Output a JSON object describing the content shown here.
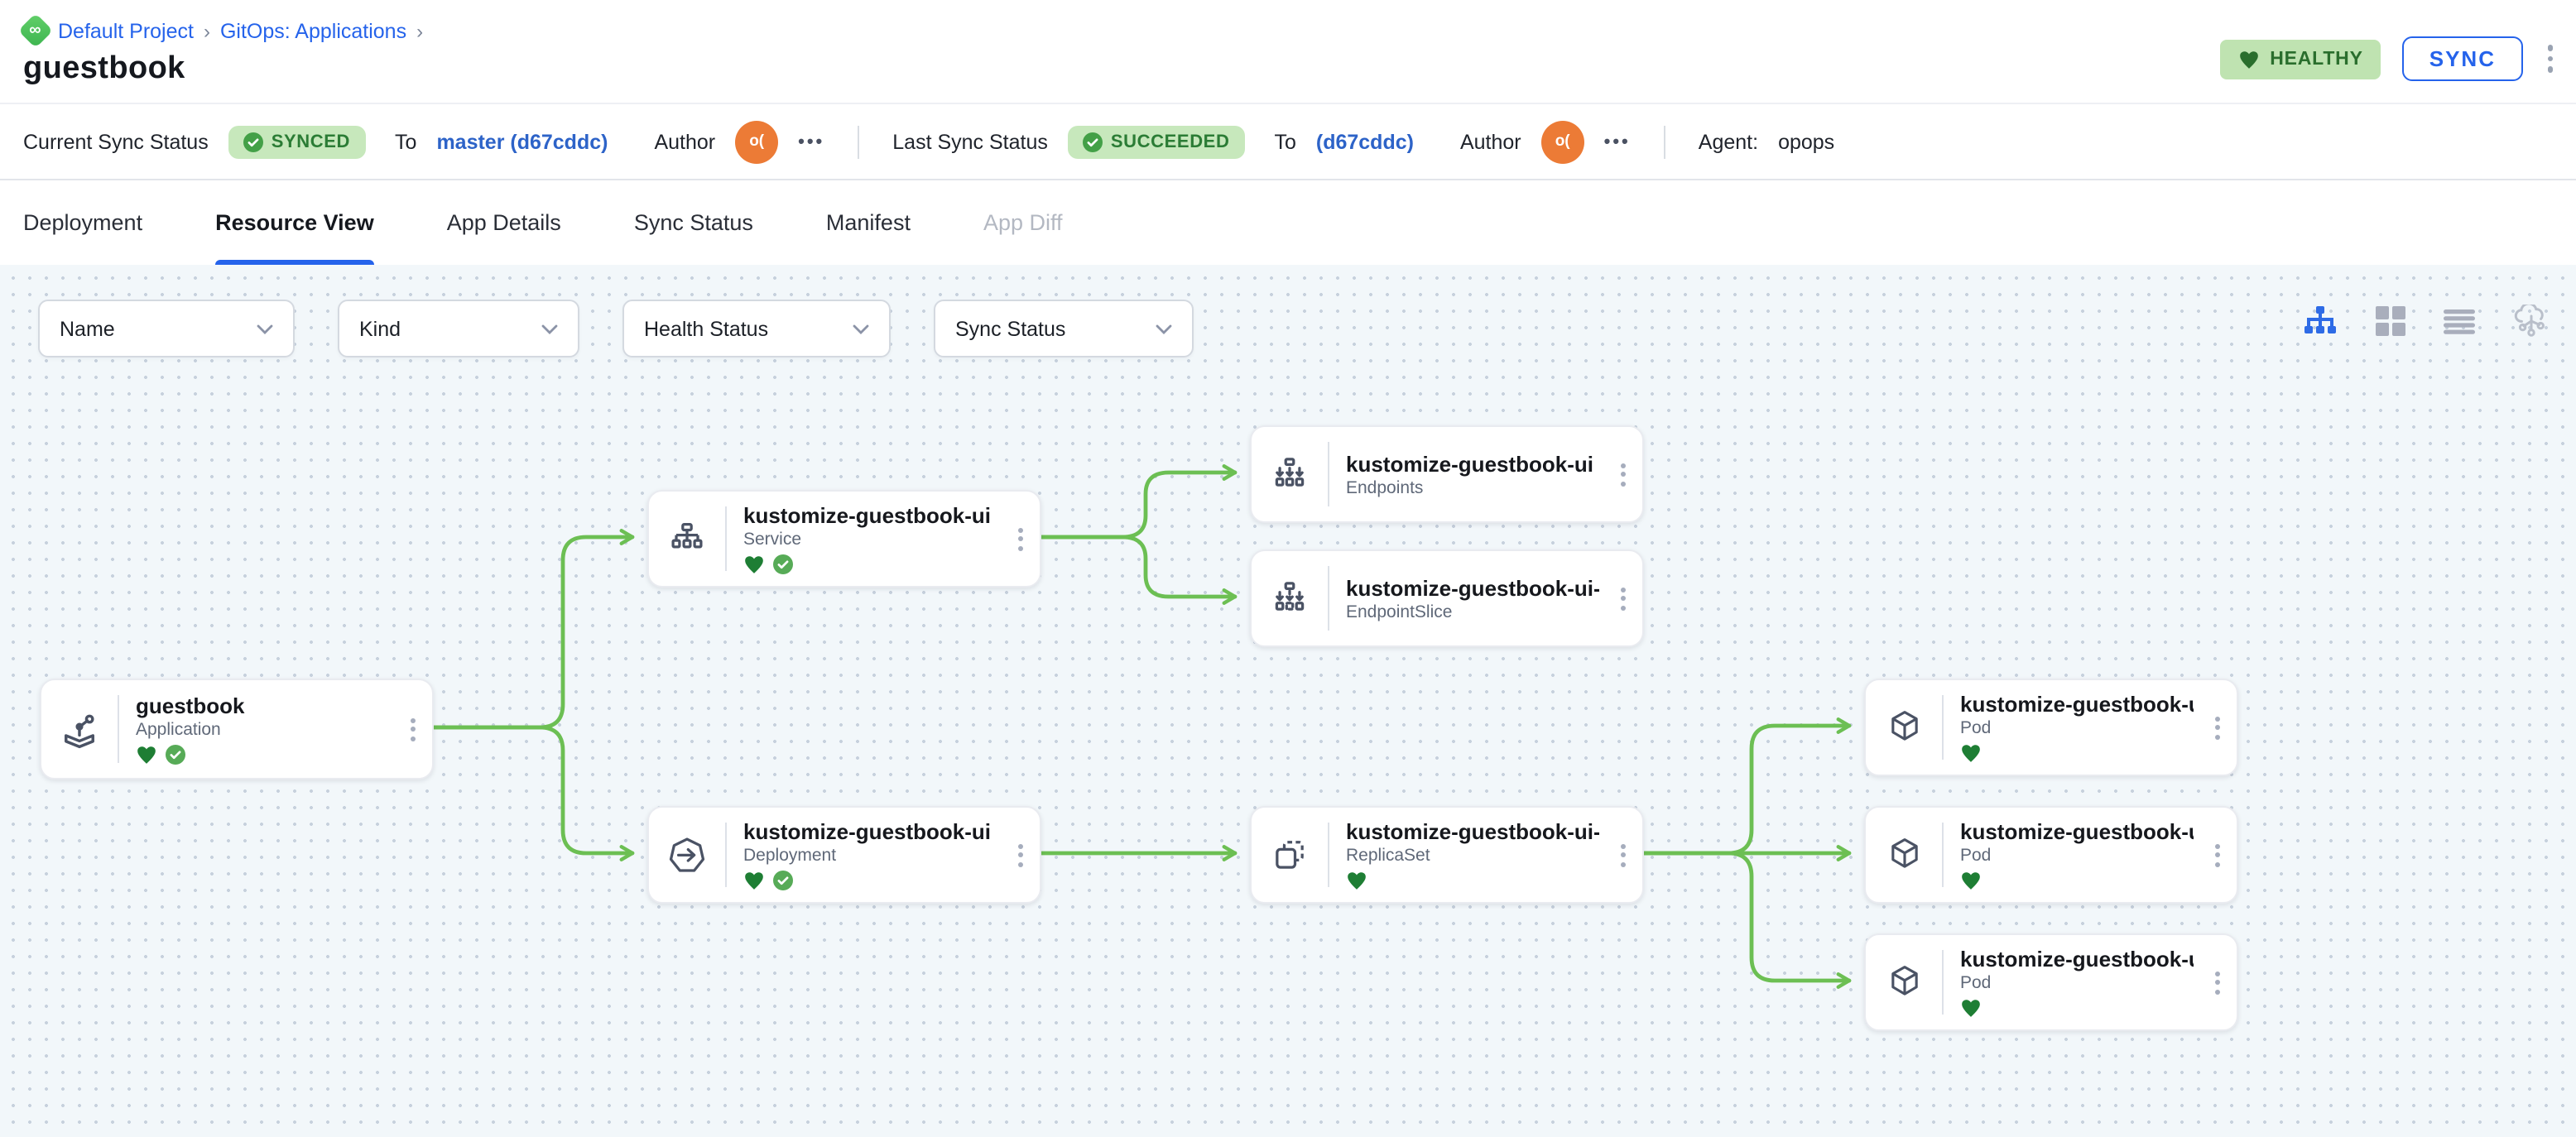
{
  "breadcrumb": {
    "icon": "gitops-infinity",
    "items": [
      "Default Project",
      "GitOps: Applications"
    ],
    "separator": "›",
    "infinity_glyph": "∞"
  },
  "page_title": "guestbook",
  "header_actions": {
    "health_badge": "HEALTHY",
    "sync_button": "SYNC"
  },
  "status_bar": {
    "current": {
      "label": "Current Sync Status",
      "badge": "SYNCED",
      "to_label": "To",
      "target": "master (d67cddc)",
      "author_label": "Author",
      "avatar": "o(",
      "more": "•••"
    },
    "last": {
      "label": "Last Sync Status",
      "badge": "SUCCEEDED",
      "to_label": "To",
      "target": "(d67cddc)",
      "author_label": "Author",
      "avatar": "o(",
      "more": "•••"
    },
    "agent": {
      "label": "Agent:",
      "value": "opops"
    }
  },
  "tabs": [
    {
      "label": "Deployment"
    },
    {
      "label": "Resource View",
      "active": true
    },
    {
      "label": "App Details"
    },
    {
      "label": "Sync Status"
    },
    {
      "label": "Manifest"
    },
    {
      "label": "App Diff",
      "disabled": true
    }
  ],
  "filters": [
    {
      "label": "Name"
    },
    {
      "label": "Kind"
    },
    {
      "label": "Health Status"
    },
    {
      "label": "Sync Status"
    }
  ],
  "view_toggles": [
    "tree-view",
    "grid-view",
    "list-view",
    "cluster-view"
  ],
  "nodes": [
    {
      "title": "guestbook",
      "kind": "Application",
      "healthy": true,
      "synced": true
    },
    {
      "title": "kustomize-guestbook-ui",
      "kind": "Service",
      "healthy": true,
      "synced": true
    },
    {
      "title": "kustomize-guestbook-ui",
      "kind": "Endpoints",
      "healthy": false,
      "synced": false
    },
    {
      "title": "kustomize-guestbook-ui-...",
      "kind": "EndpointSlice",
      "healthy": false,
      "synced": false
    },
    {
      "title": "kustomize-guestbook-ui",
      "kind": "Deployment",
      "healthy": true,
      "synced": true
    },
    {
      "title": "kustomize-guestbook-ui-...",
      "kind": "ReplicaSet",
      "healthy": true,
      "synced": false
    },
    {
      "title": "kustomize-guestbook-ui-...",
      "kind": "Pod",
      "healthy": true,
      "synced": false
    },
    {
      "title": "kustomize-guestbook-ui-...",
      "kind": "Pod",
      "healthy": true,
      "synced": false
    },
    {
      "title": "kustomize-guestbook-ui-...",
      "kind": "Pod",
      "healthy": true,
      "synced": false
    }
  ],
  "colors": {
    "accent_blue": "#2563eb",
    "link_blue": "#2d63c8",
    "healthy_text": "#2a6e2d",
    "healthy_bg": "#bfe3b1",
    "synced_bg": "#c7e8bc",
    "heart_green": "#1e7e34",
    "check_green": "#57ab57",
    "edge_green": "#6cbf53",
    "avatar_orange": "#ec7b36",
    "canvas_bg": "#f2f7fa"
  }
}
